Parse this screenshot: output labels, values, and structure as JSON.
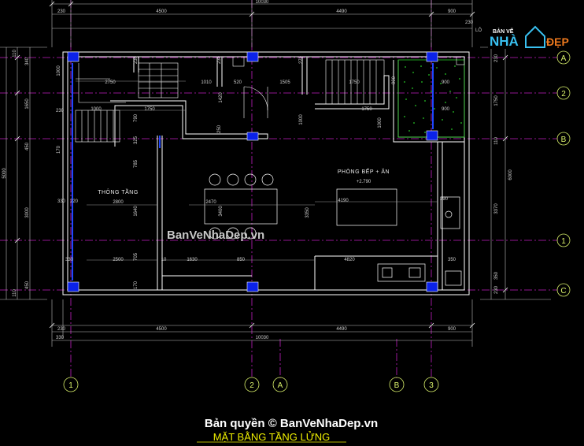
{
  "drawing": {
    "title": "MẶT BẰNG TẦNG LỬNG",
    "copyright": "Bản quyền © BanVeNhaDep.vn",
    "watermark": "BanVeNhaDep.vn",
    "logo": {
      "prefix": "LÔ",
      "top": "BẢN VẼ",
      "nh": "NHÀ",
      "dep": "ĐẸP"
    }
  },
  "rooms": {
    "void": "THÔNG TẦNG",
    "dining": "PHÒNG BẾP + ĂN",
    "level": "+2.790"
  },
  "top_dims": {
    "total": "10030",
    "a": "230",
    "b": "4500",
    "c": "4490",
    "d": "900",
    "e": "230"
  },
  "bottom_dims": {
    "a": "230",
    "b": "4500",
    "c": "4490",
    "d": "900",
    "e": "330",
    "total": "10030"
  },
  "left_dims": {
    "total": "5000",
    "a": "110",
    "b": "340",
    "c": "1650",
    "d": "450",
    "e": "3000",
    "f": "450",
    "g": "110"
  },
  "right_dims": {
    "total": "6000",
    "a": "230",
    "b": "1750",
    "c": "110",
    "d": "3370",
    "e": "350",
    "f": "230"
  },
  "inner_dims": {
    "d2750": "2750",
    "d1010": "1010",
    "d520": "520",
    "d1505": "1505",
    "d1750a": "1750",
    "d1750b": "1750",
    "d1000a": "1000",
    "d900a": "900",
    "d900b": "900",
    "d1000b": "1000",
    "d2800": "2800",
    "d2470": "2470",
    "d4190": "4190",
    "d2500": "2500",
    "d1630": "1630",
    "d850": "850",
    "d4820": "4820",
    "d1420": "1420",
    "d1640": "1640",
    "d3400": "3400",
    "d3350": "3350",
    "d1000c": "1000",
    "d230a": "230",
    "d330a": "330",
    "d220a": "220",
    "d290": "290",
    "d350": "350",
    "d330b": "330",
    "d10": "10",
    "d705": "705",
    "d790": "790",
    "d785": "785",
    "d990": "990",
    "d170": "170",
    "d325": "325",
    "d230b": "230",
    "d250": "250",
    "d1000d": "1000",
    "d230c": "230",
    "d170b": "170",
    "d270": "270"
  },
  "axes": {
    "h": [
      "A",
      "2",
      "B",
      "1",
      "C"
    ],
    "v": [
      "1",
      "2",
      "A",
      "B",
      "3"
    ]
  },
  "colors": {
    "background": "#000000",
    "wall": "#ffffff",
    "column": "#0b22e8",
    "axis": "#c01ec0",
    "dimension": "#cfcfcf",
    "bubble": "#d9f06a",
    "caption": "#f0f000",
    "hatch": "#26c926"
  }
}
